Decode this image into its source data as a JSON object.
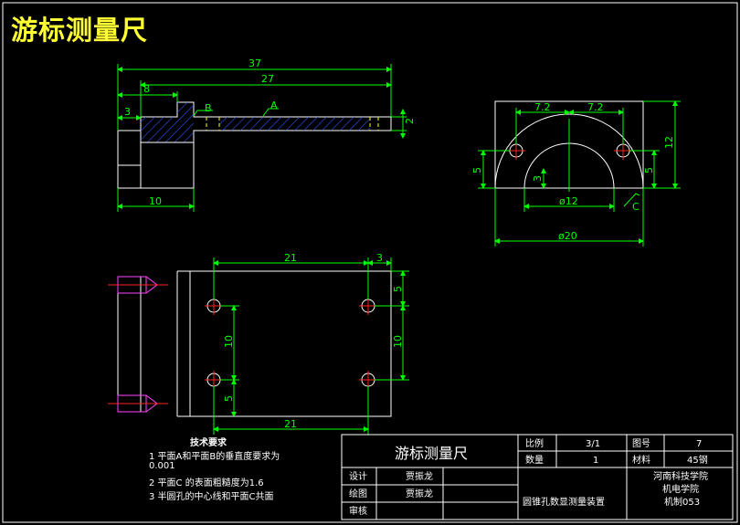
{
  "title": "游标测量尺",
  "front_view": {
    "dims": {
      "total": "37",
      "span": "27",
      "step": "8",
      "offset": "3",
      "height": "2",
      "base": "10"
    },
    "labels": {
      "plane_a": "A",
      "plane_b": "B"
    }
  },
  "side_view": {
    "dims": {
      "left_half": "7.2",
      "right_half": "7.2",
      "left_h": "5",
      "right_h": "5",
      "depth": "3",
      "overall_h": "12",
      "inner_dia": "ø12",
      "outer_dia": "ø20"
    },
    "labels": {
      "plane_c": "C"
    }
  },
  "top_view": {
    "dims": {
      "top_len": "21",
      "top_off": "3",
      "right_v": "5",
      "left_v": "10",
      "right_v2": "10",
      "left_v2": "5",
      "bottom_len": "21"
    }
  },
  "tech_requirements": {
    "title": "技术要求",
    "items": [
      "1  平面A和平面B的垂直度要求为",
      "0.001",
      "2  平面C 的表面粗糙度为1.6",
      "3  半圆孔的中心线和平面C共面"
    ]
  },
  "title_block": {
    "part_name": "游标测量尺",
    "ratio_label": "比例",
    "ratio_value": "3/1",
    "drawing_no_label": "图号",
    "drawing_no_value": "7",
    "qty_label": "数量",
    "qty_value": "1",
    "material_label": "材料",
    "material_value": "45钢",
    "design_label": "设计",
    "design_value": "贾振龙",
    "draw_label": "绘图",
    "draw_value": "贾振龙",
    "review_label": "审核",
    "assembly_name": "圆锥孔数显测量装置",
    "school": "河南科技学院",
    "college": "机电学院",
    "class_name": "机制053"
  },
  "colors": {
    "bg": "#000000",
    "outline": "#ffffff",
    "dim": "#00ff00",
    "center": "#ff0000",
    "hatch": "#3355ff",
    "title": "#ffff33",
    "hidden": "#ffff00",
    "bolt": "#ff44ff"
  }
}
